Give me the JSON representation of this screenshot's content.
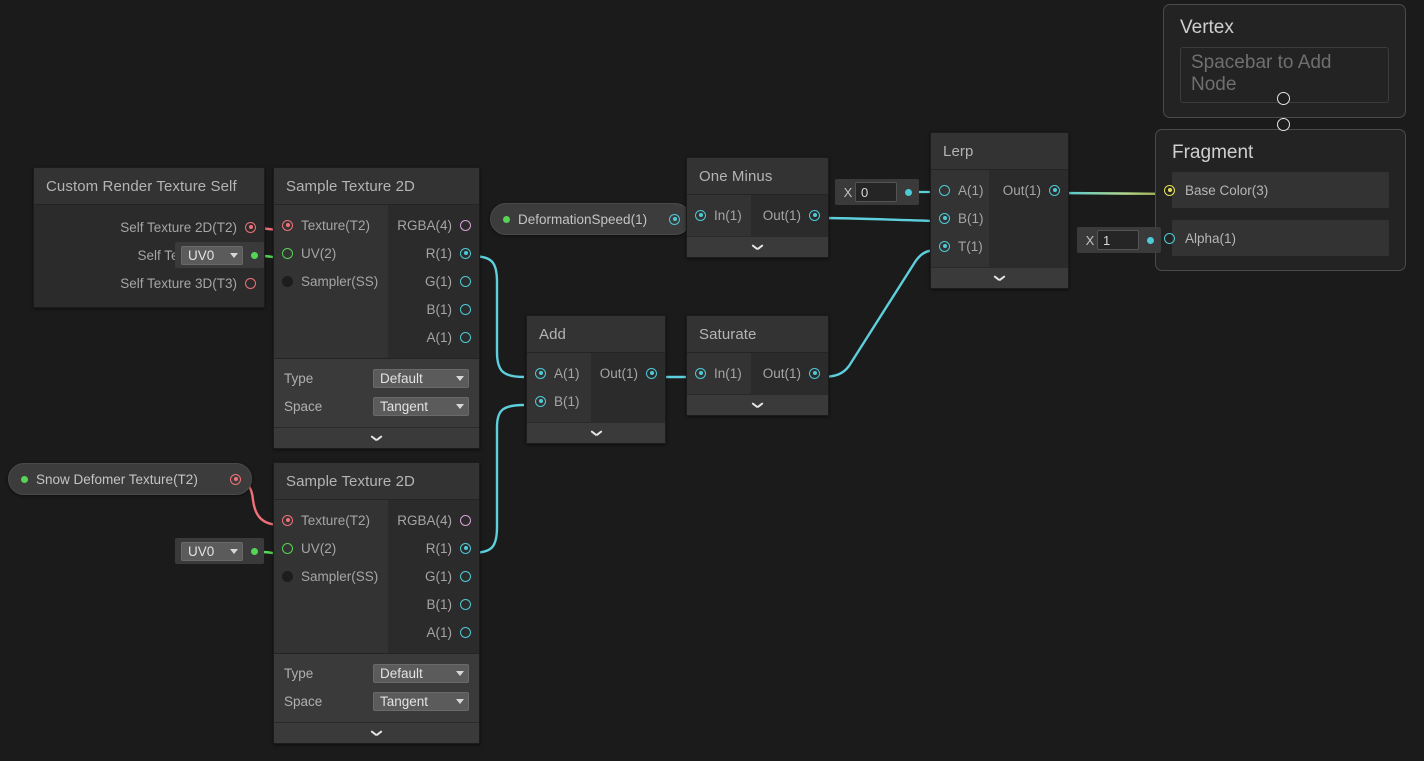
{
  "app": {
    "name": "shader-graph-canvas",
    "background": "#1b1b1b"
  },
  "colors": {
    "cyan": "#4ec9d6",
    "red": "#f07178",
    "green": "#56d456",
    "pink": "#d8a0d8",
    "yellow": "#e5e157",
    "white": "#e4e4e4",
    "node_body": "#2b2b2b",
    "node_header": "#333333",
    "settings": "#3a3a3a"
  },
  "nodes": {
    "custom_render_texture_self": {
      "title": "Custom Render Texture Self",
      "outputs": [
        {
          "label": "Self Texture 2D(T2)",
          "color": "red",
          "connected": true
        },
        {
          "label": "Self Texture (T2)",
          "color": "green",
          "connected": true
        },
        {
          "label": "Self Texture 3D(T3)",
          "color": "red",
          "connected": false
        }
      ],
      "uv_dropdown": {
        "value": "UV0"
      }
    },
    "sample_texture_2d_a": {
      "title": "Sample Texture 2D",
      "inputs": [
        {
          "label": "Texture(T2)",
          "color": "red",
          "connected": true
        },
        {
          "label": "UV(2)",
          "color": "green",
          "connected": false
        },
        {
          "label": "Sampler(SS)",
          "color": "grey",
          "connected": false
        }
      ],
      "outputs": [
        {
          "label": "RGBA(4)",
          "color": "pink",
          "connected": false
        },
        {
          "label": "R(1)",
          "color": "cyan",
          "connected": true
        },
        {
          "label": "G(1)",
          "color": "cyan",
          "connected": false
        },
        {
          "label": "B(1)",
          "color": "cyan",
          "connected": false
        },
        {
          "label": "A(1)",
          "color": "cyan",
          "connected": false
        }
      ],
      "settings": [
        {
          "label": "Type",
          "value": "Default"
        },
        {
          "label": "Space",
          "value": "Tangent"
        }
      ]
    },
    "sample_texture_2d_b": {
      "title": "Sample Texture 2D",
      "inputs": [
        {
          "label": "Texture(T2)",
          "color": "red",
          "connected": true
        },
        {
          "label": "UV(2)",
          "color": "green",
          "connected": false
        },
        {
          "label": "Sampler(SS)",
          "color": "grey",
          "connected": false
        }
      ],
      "outputs": [
        {
          "label": "RGBA(4)",
          "color": "pink",
          "connected": false
        },
        {
          "label": "R(1)",
          "color": "cyan",
          "connected": true
        },
        {
          "label": "G(1)",
          "color": "cyan",
          "connected": false
        },
        {
          "label": "B(1)",
          "color": "cyan",
          "connected": false
        },
        {
          "label": "A(1)",
          "color": "cyan",
          "connected": false
        }
      ],
      "settings": [
        {
          "label": "Type",
          "value": "Default"
        },
        {
          "label": "Space",
          "value": "Tangent"
        }
      ]
    },
    "add": {
      "title": "Add",
      "inputs": [
        {
          "label": "A(1)",
          "color": "cyan",
          "connected": true
        },
        {
          "label": "B(1)",
          "color": "cyan",
          "connected": true
        }
      ],
      "outputs": [
        {
          "label": "Out(1)",
          "color": "cyan",
          "connected": true
        }
      ]
    },
    "saturate": {
      "title": "Saturate",
      "inputs": [
        {
          "label": "In(1)",
          "color": "cyan",
          "connected": true
        }
      ],
      "outputs": [
        {
          "label": "Out(1)",
          "color": "cyan",
          "connected": true
        }
      ]
    },
    "one_minus": {
      "title": "One Minus",
      "inputs": [
        {
          "label": "In(1)",
          "color": "cyan",
          "connected": true
        }
      ],
      "outputs": [
        {
          "label": "Out(1)",
          "color": "cyan",
          "connected": true
        }
      ]
    },
    "lerp": {
      "title": "Lerp",
      "inputs": [
        {
          "label": "A(1)",
          "color": "cyan",
          "connected": false
        },
        {
          "label": "B(1)",
          "color": "cyan",
          "connected": true
        },
        {
          "label": "T(1)",
          "color": "cyan",
          "connected": true
        }
      ],
      "outputs": [
        {
          "label": "Out(1)",
          "color": "cyan",
          "connected": true
        }
      ]
    }
  },
  "properties": {
    "deformation_speed": {
      "label": "DeformationSpeed(1)",
      "dot_color": "#56d456",
      "port_color": "cyan"
    },
    "snow_deformer_texture": {
      "label": "Snow Defomer Texture(T2)",
      "dot_color": "#56d456",
      "port_color": "red"
    }
  },
  "dropdowns": {
    "uv_top": {
      "value": "UV0"
    },
    "uv_bottom": {
      "value": "UV0"
    }
  },
  "value_inputs": {
    "lerp_a": {
      "axis": "X",
      "value": "0"
    },
    "fragment_alpha": {
      "axis": "X",
      "value": "1"
    }
  },
  "masters": {
    "vertex": {
      "title": "Vertex",
      "hint": "Spacebar to Add Node"
    },
    "fragment": {
      "title": "Fragment",
      "blocks": [
        {
          "label": "Base Color(3)",
          "color": "yellow",
          "connected": true
        },
        {
          "label": "Alpha(1)",
          "color": "cyan",
          "connected": false
        }
      ]
    }
  }
}
